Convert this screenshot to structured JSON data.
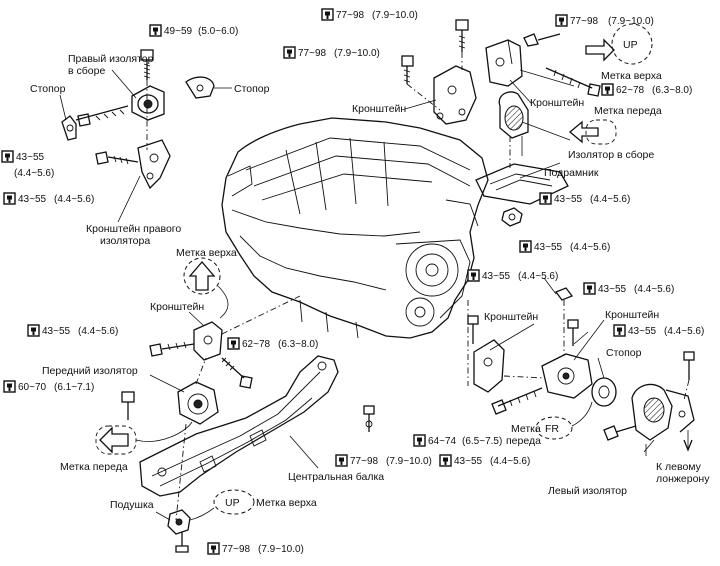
{
  "labels": {
    "right_insulator_assy": [
      "Правый изолятор",
      "в сборе"
    ],
    "stopper_left": "Стопор",
    "stopper_right": "Стопор",
    "right_insulator_bracket": [
      "Кронштейн правого",
      "изолятора"
    ],
    "bracket_top": "Кронштейн",
    "bracket_right_top": "Кронштейн",
    "mark_up_top": "Метка верха",
    "mark_front_top": "Метка переда",
    "insulator_assy": "Изолятор в сборе",
    "subframe": "Подрамник",
    "mark_up_left": "Метка верха",
    "bracket_left": "Кронштейн",
    "front_insulator": "Передний изолятор",
    "mark_front_left": "Метка переда",
    "center_beam": "Центральная балка",
    "cushion": "Подушка",
    "mark_up_bottom": "Метка верха",
    "bracket_rear": "Кронштейн",
    "bracket_rear2": "Кронштейн",
    "stopper_rear": "Стопор",
    "mark_front_rear": [
      "Метка",
      "переда"
    ],
    "left_insulator": "Левый изолятор",
    "to_left_member": [
      "К левому",
      "лонжерону"
    ],
    "badge_up": "UP",
    "badge_fr": "FR"
  },
  "torques": [
    {
      "id": "t1",
      "value": "49~59",
      "alt": "(5.0~6.0)"
    },
    {
      "id": "t2",
      "value": "43~55",
      "alt": "(4.4~5.6)"
    },
    {
      "id": "t3",
      "value": "43~55",
      "alt": "(4.4~5.6)"
    },
    {
      "id": "t4",
      "value": "77~98",
      "alt": "(7.9~10.0)"
    },
    {
      "id": "t5",
      "value": "77~98",
      "alt": "(7.9~10.0)"
    },
    {
      "id": "t6",
      "value": "77~98",
      "alt": "(7.9~10.0)"
    },
    {
      "id": "t7",
      "value": "62~78",
      "alt": "(6.3~8.0)"
    },
    {
      "id": "t8",
      "value": "43~55",
      "alt": "(4.4~5.6)"
    },
    {
      "id": "t9",
      "value": "43~55",
      "alt": "(4.4~5.6)"
    },
    {
      "id": "t10",
      "value": "43~55",
      "alt": "(4.4~5.6)"
    },
    {
      "id": "t11",
      "value": "62~78",
      "alt": "(6.3~8.0)"
    },
    {
      "id": "t12",
      "value": "60~70",
      "alt": "(6.1~7.1)"
    },
    {
      "id": "t13",
      "value": "43~55",
      "alt": "(4.4~5.6)"
    },
    {
      "id": "t14",
      "value": "43~55",
      "alt": "(4.4~5.6)"
    },
    {
      "id": "t15",
      "value": "43~55",
      "alt": "(4.4~5.6)"
    },
    {
      "id": "t16",
      "value": "77~98",
      "alt": "(7.9~10.0)"
    },
    {
      "id": "t17",
      "value": "64~74",
      "alt": "(6.5~7.5)"
    },
    {
      "id": "t18",
      "value": "43~55",
      "alt": "(4.4~5.6)"
    },
    {
      "id": "t19",
      "value": "77~98",
      "alt": "(7.9~10.0)"
    }
  ]
}
